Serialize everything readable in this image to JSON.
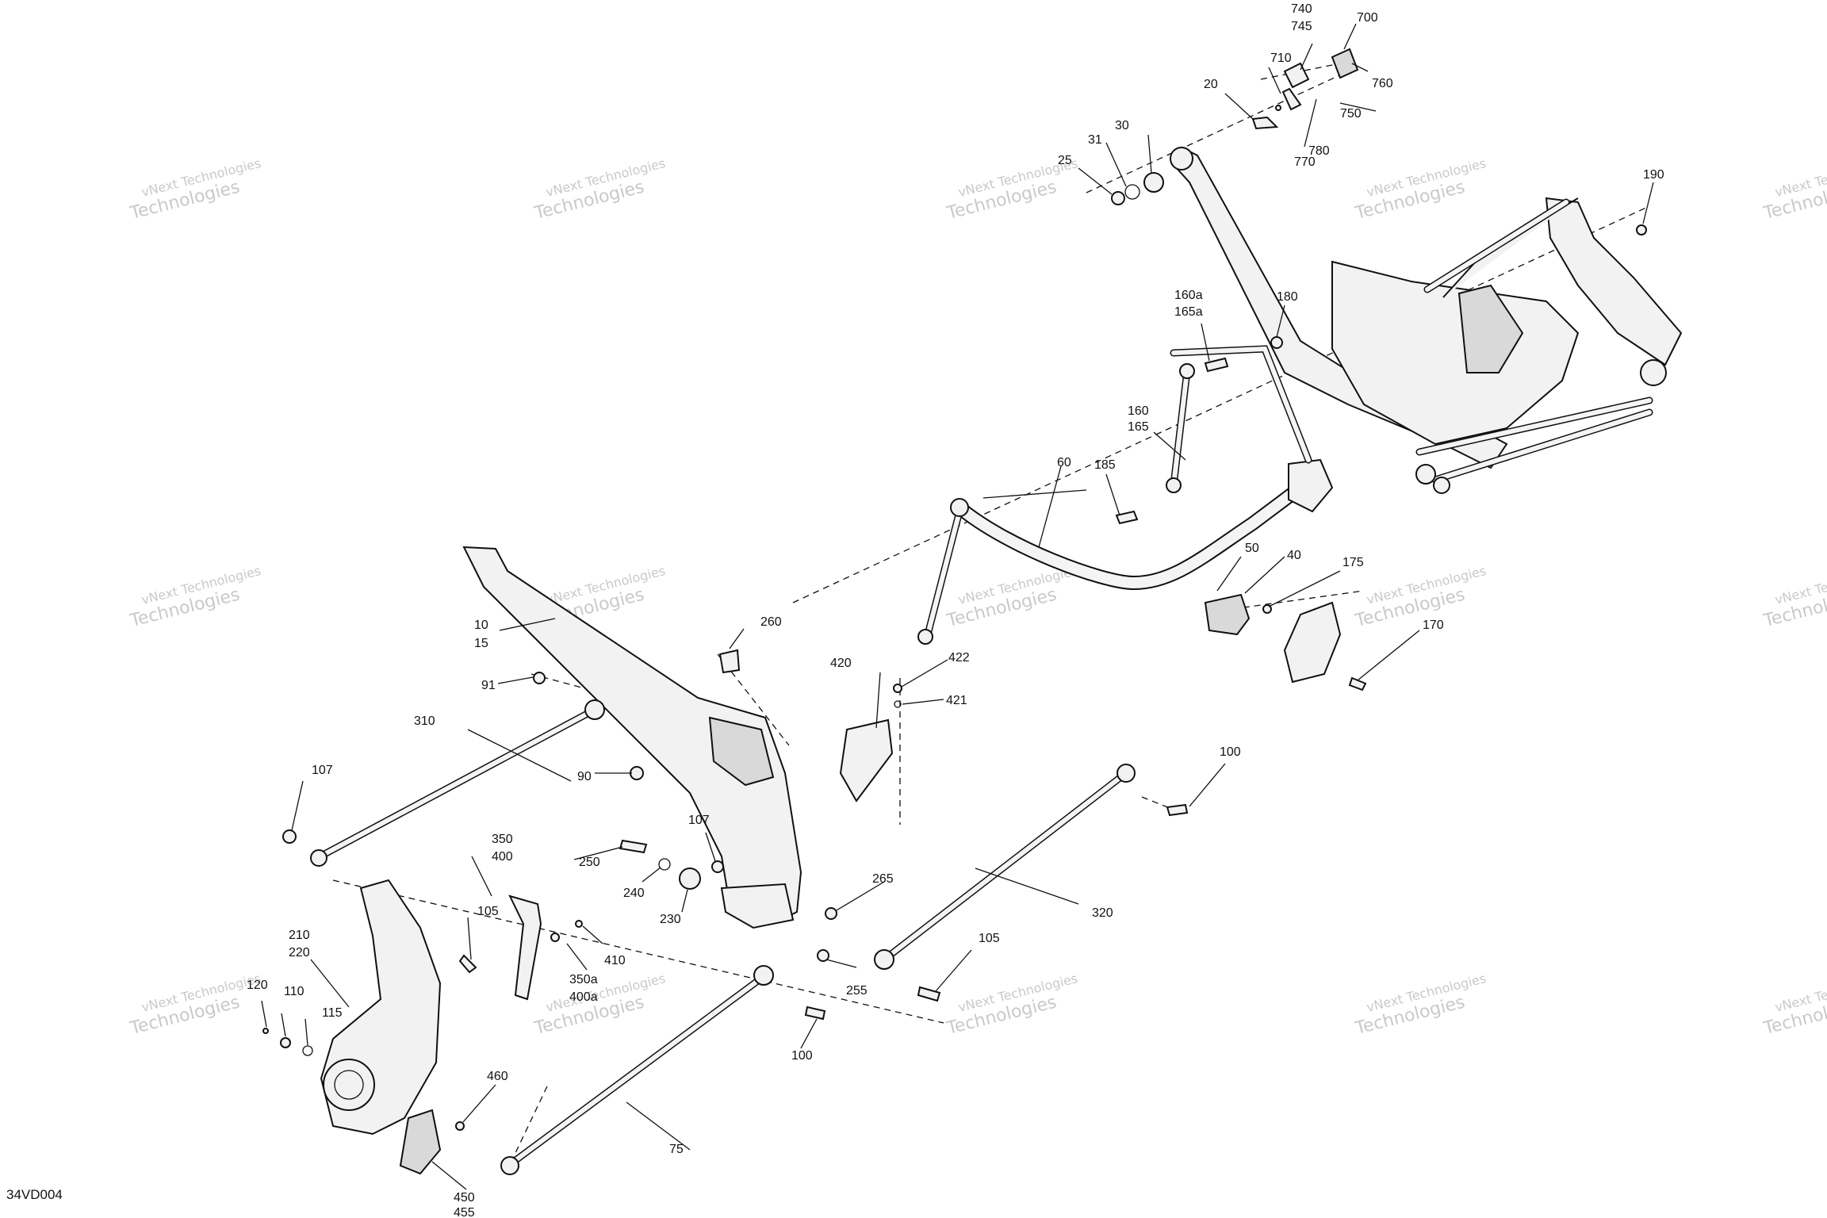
{
  "diagram_code": "34VD004",
  "watermark": {
    "line1": "vNext Technologies",
    "line2": "Technologies"
  },
  "callouts": {
    "c10": "10",
    "c15": "15",
    "c20": "20",
    "c25": "25",
    "c30": "30",
    "c31": "31",
    "c40": "40",
    "c50": "50",
    "c60": "60",
    "c75": "75",
    "c90": "90",
    "c91": "91",
    "c100a": "100",
    "c100b": "100",
    "c105a": "105",
    "c105b": "105",
    "c107a": "107",
    "c107b": "107",
    "c110": "110",
    "c115": "115",
    "c120": "120",
    "c160": "160",
    "c165": "165",
    "c160a": "160a",
    "c165a": "165a",
    "c170": "170",
    "c175": "175",
    "c180": "180",
    "c185": "185",
    "c190": "190",
    "c210": "210",
    "c220": "220",
    "c230": "230",
    "c240": "240",
    "c250": "250",
    "c255": "255",
    "c260": "260",
    "c265": "265",
    "c310": "310",
    "c320": "320",
    "c350": "350",
    "c400": "400",
    "c350a": "350a",
    "c400a": "400a",
    "c410": "410",
    "c420": "420",
    "c421": "421",
    "c422": "422",
    "c450": "450",
    "c455": "455",
    "c460": "460",
    "c700": "700",
    "c710": "710",
    "c740": "740",
    "c745": "745",
    "c750": "750",
    "c760": "760",
    "c770": "770",
    "c780": "780"
  }
}
